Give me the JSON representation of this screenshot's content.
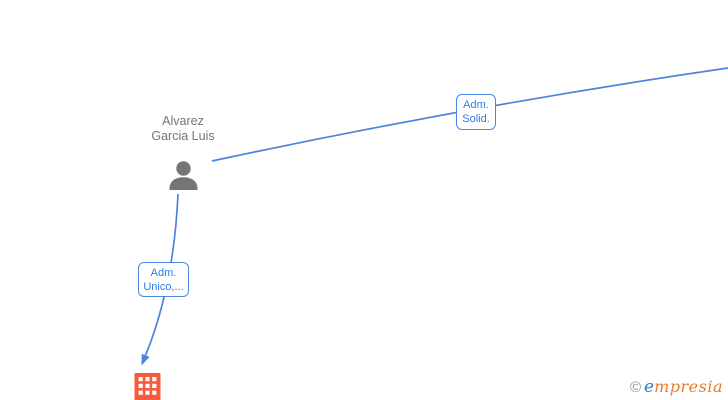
{
  "graph": {
    "person_node": {
      "name_line1": "Alvarez",
      "name_line2": "Garcia Luis",
      "icon": "person-icon"
    },
    "company_node": {
      "icon": "building-icon"
    },
    "edges": {
      "adm_solid": {
        "label_line1": "Adm.",
        "label_line2": "Solid."
      },
      "adm_unico": {
        "label_line1": "Adm.",
        "label_line2": "Unico,..."
      }
    }
  },
  "watermark": {
    "copyright_symbol": "©",
    "brand_initial": "e",
    "brand_rest": "mpresia"
  },
  "colors": {
    "edge_blue": "#4d82dd",
    "edge_label_text": "#2b7ce9",
    "edge_label_border": "#4a86e8",
    "person_icon_gray": "#757575",
    "person_name_gray": "#757575",
    "building_orange": "#f95b3a",
    "watermark_symbol": "#7d95aa",
    "watermark_initial_blue": "#3079c8",
    "watermark_rest_orange": "#e97b2e",
    "background": "#ffffff"
  }
}
